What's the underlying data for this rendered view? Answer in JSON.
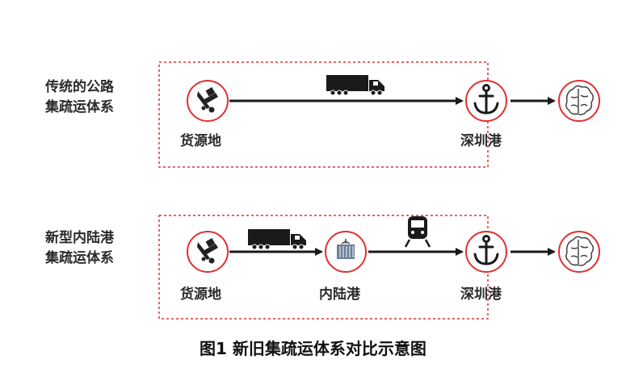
{
  "rows": [
    {
      "label_line1": "传统的公路",
      "label_line2": "集疏运体系",
      "nodes": {
        "origin": "货源地",
        "port": "深圳港"
      }
    },
    {
      "label_line1": "新型内陆港",
      "label_line2": "集疏运体系",
      "nodes": {
        "origin": "货源地",
        "inland": "内陆港",
        "port": "深圳港"
      }
    }
  ],
  "caption": "图1  新旧集疏运体系对比示意图",
  "icons": [
    "handcart-icon",
    "anchor-icon",
    "brain-icon",
    "truck-icon",
    "container-icon",
    "train-icon"
  ],
  "colors": {
    "accent_red": "#e03030",
    "dark": "#1a1a1a"
  }
}
